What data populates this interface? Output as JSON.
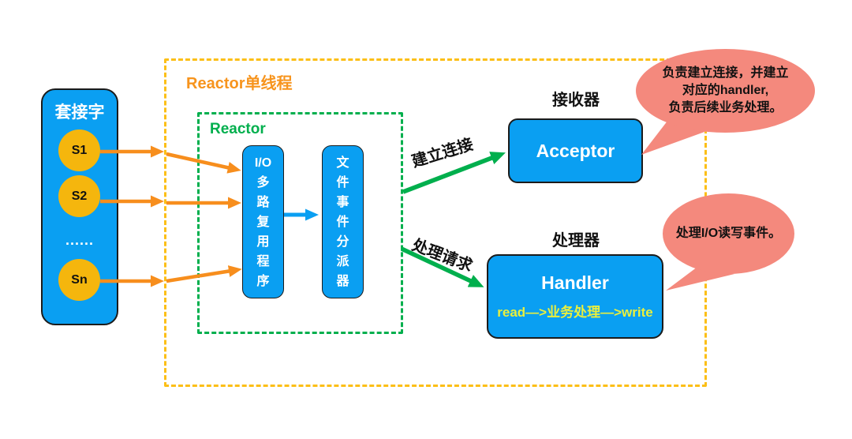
{
  "colors": {
    "box_blue": "#0A9FF2",
    "socket_yellow": "#F5B60D",
    "arrow_orange": "#F78E1D",
    "dash_orange": "#FCBF17",
    "dash_green": "#00AF4D",
    "bubble_salmon": "#F4897D",
    "handler_subtitle_yellow": "#E9EF3E",
    "text_black": "#111111",
    "text_white": "#FFFFFF"
  },
  "outer_box": {
    "label": "Reactor单线程"
  },
  "socket_panel": {
    "title": "套接字",
    "sockets": [
      "S1",
      "S2",
      "Sn"
    ],
    "ellipsis": "......"
  },
  "reactor_box": {
    "label": "Reactor",
    "io_multiplexer_lines": [
      "I/O",
      "多",
      "路",
      "复",
      "用",
      "程",
      "序"
    ],
    "dispatcher_lines": [
      "文",
      "件",
      "事",
      "件",
      "分",
      "派",
      "器"
    ]
  },
  "acceptor": {
    "caption": "接收器",
    "label": "Acceptor"
  },
  "handler": {
    "caption": "处理器",
    "label": "Handler",
    "subtitle": "read—>业务处理—>write"
  },
  "arrow_labels": {
    "establish": "建立连接",
    "process": "处理请求"
  },
  "bubbles": {
    "acceptor_note_lines": [
      "负责建立连接，并建立",
      "对应的handler,",
      "负责后续业务处理。"
    ],
    "handler_note": "处理I/O读写事件。"
  }
}
